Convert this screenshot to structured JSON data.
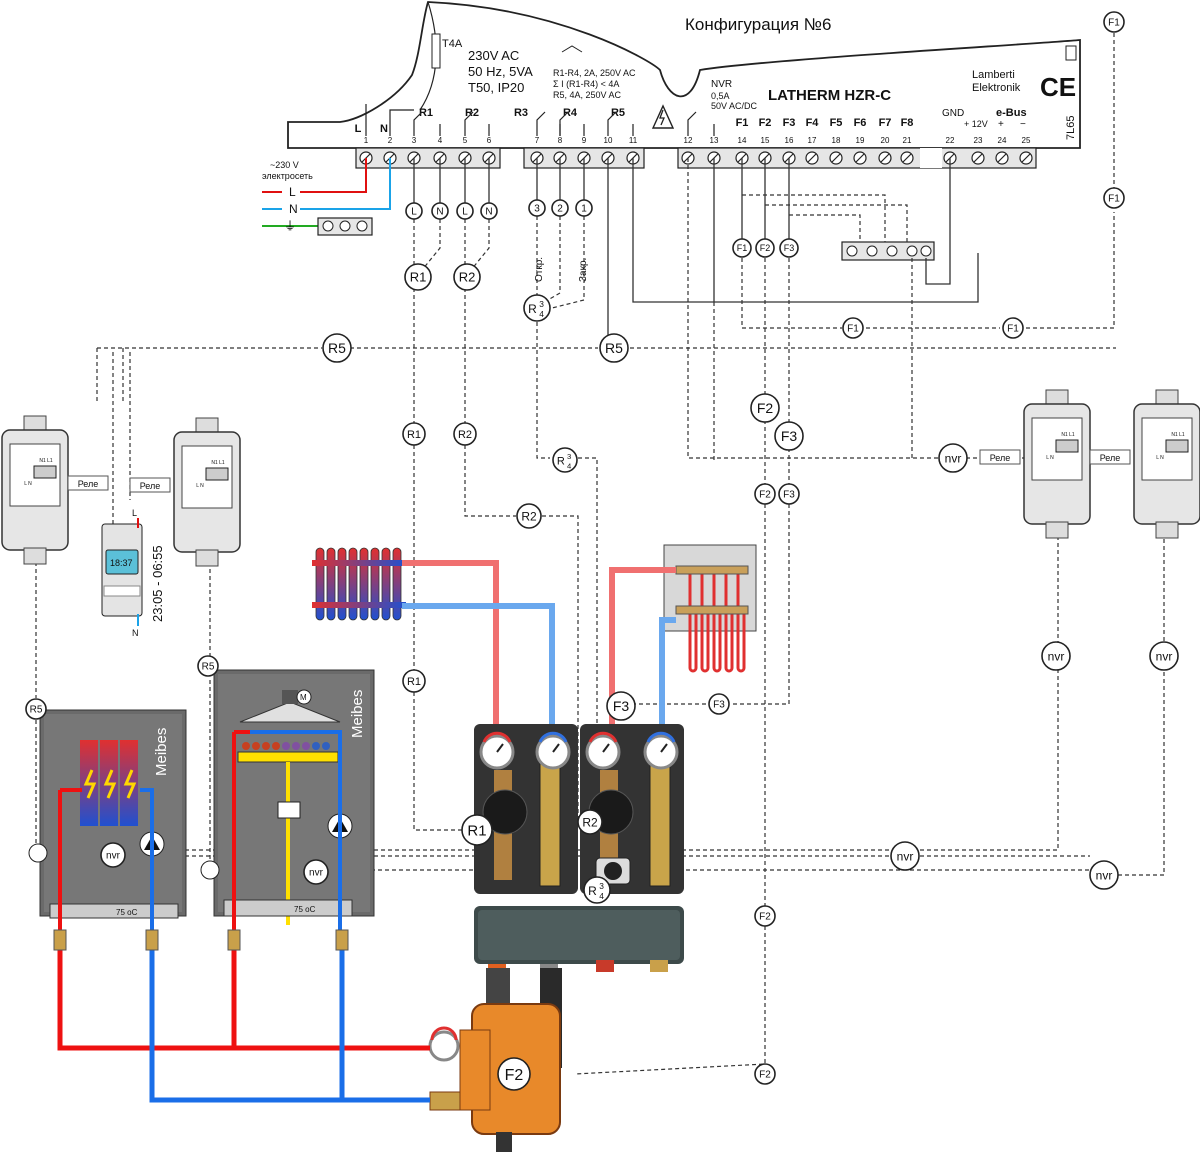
{
  "title": "Конфигурация №6",
  "controller": {
    "model": "LATHERM HZR-C",
    "brand_line1": "Lamberti",
    "brand_line2": "Elektronik",
    "code": "7L65",
    "ce": "CE",
    "spec_lines": [
      "230V AC",
      "50 Hz, 5VA",
      "T50, IP20"
    ],
    "fuse": "T4A",
    "relay_lines": [
      "R1-R4, 2A, 250V AC",
      "Σ I (R1-R4) < 4A",
      "R5, 4A, 250V AC"
    ],
    "nvr_lines": [
      "NVR",
      "0,5A",
      "50V AC/DC"
    ],
    "gnd": "GND",
    "plus12": "+ 12V",
    "ebus": "e-Bus",
    "ebus_plus": "+",
    "ebus_minus": "−",
    "group_labels": [
      "L",
      "N",
      "R1",
      "R2",
      "R3",
      "R4",
      "R5"
    ],
    "f_labels": [
      "F1",
      "F2",
      "F3",
      "F4",
      "F5",
      "F6",
      "F7",
      "F8"
    ],
    "terminals": [
      "1",
      "2",
      "3",
      "4",
      "5",
      "6",
      "7",
      "8",
      "9",
      "10",
      "11",
      "12",
      "13",
      "14",
      "15",
      "16",
      "17",
      "18",
      "19",
      "20",
      "21",
      "22",
      "23",
      "24",
      "25"
    ]
  },
  "mains": {
    "label1": "~230 V",
    "label2": "электросеть",
    "L": "L",
    "N": "N"
  },
  "circle_labels": {
    "L": "L",
    "N": "N",
    "n3": "3",
    "n2": "2",
    "n1": "1",
    "R1": "R1",
    "R2": "R2",
    "R5": "R5",
    "F1": "F1",
    "F2": "F2",
    "F3": "F3",
    "nvr": "nvr",
    "R34_top": "3",
    "R34_R": "R",
    "R34_bot": "4"
  },
  "wire_labels": {
    "open": "Откр.",
    "close": "Закр.",
    "relay": "Реле"
  },
  "timer": {
    "text": "23:05 - 06:55",
    "display": "18:37",
    "L": "L",
    "N": "N"
  },
  "boilers": {
    "brand": "Meibes",
    "temp": "75 oC",
    "motor": "M"
  },
  "relay_box_terms": "N1 L1",
  "relay_box_ln": "L  N"
}
